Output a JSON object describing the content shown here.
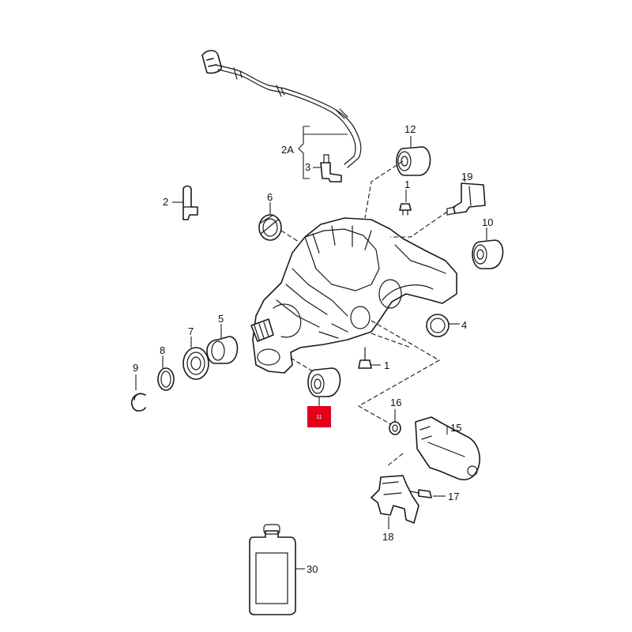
{
  "callouts": {
    "c1a": "1",
    "c1b": "1",
    "c2": "2",
    "c2a": "2A",
    "c3": "3",
    "c4": "4",
    "c5": "5",
    "c6": "6",
    "c7": "7",
    "c8": "8",
    "c9": "9",
    "c10": "10",
    "c11": "11",
    "c12": "12",
    "c15": "15",
    "c16": "16",
    "c17": "17",
    "c18": "18",
    "c19": "19",
    "c30": "30"
  },
  "colors": {
    "line": "#1a1a1a",
    "highlight": "#e3001b"
  }
}
